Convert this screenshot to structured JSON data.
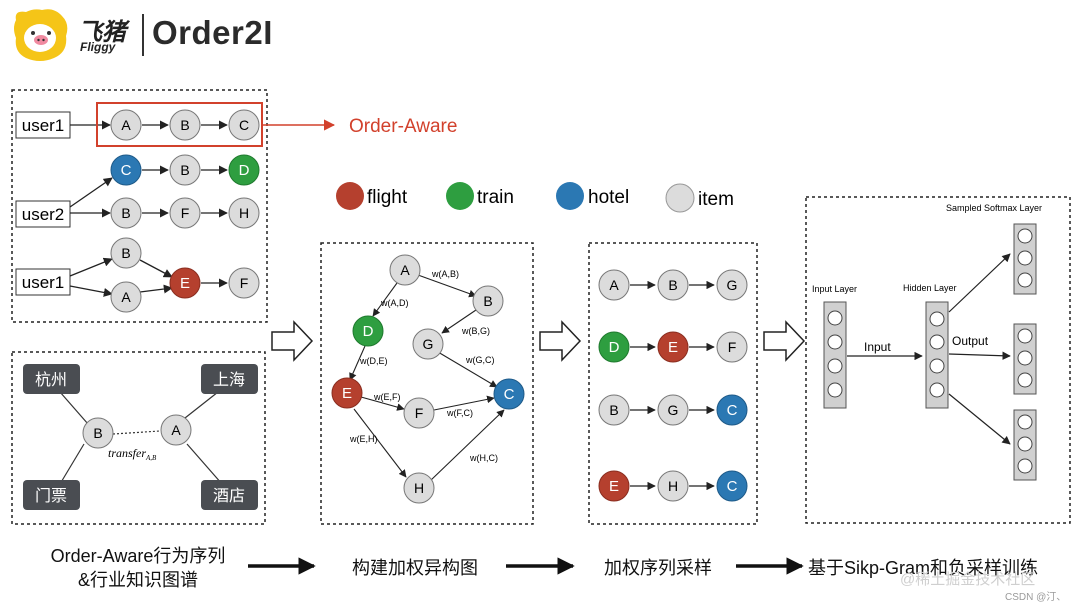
{
  "header": {
    "brand_cn": "飞猪",
    "brand_en": "Fliggy",
    "title": "Order2I"
  },
  "panel1": {
    "rows": [
      {
        "user": "user1",
        "nodes": [
          "A",
          "B",
          "C"
        ]
      },
      {
        "user": "user2",
        "nodes": [
          "C",
          "B",
          "D",
          "B",
          "F",
          "H"
        ]
      },
      {
        "user": "user1",
        "nodes": [
          "B",
          "A",
          "E",
          "F"
        ]
      }
    ],
    "highlight_label": "Order-Aware"
  },
  "panel2": {
    "tags": [
      "杭州",
      "上海",
      "门票",
      "酒店"
    ],
    "nodes": [
      "B",
      "A"
    ],
    "edge_label": "transfer",
    "edge_sub": "A,B"
  },
  "legend": [
    {
      "label": "flight",
      "color": "#b5402e"
    },
    {
      "label": "train",
      "color": "#2e9e40"
    },
    {
      "label": "hotel",
      "color": "#2b78b3"
    },
    {
      "label": "item",
      "color": "#dcdcdc"
    }
  ],
  "graph": {
    "nodes": [
      "A",
      "B",
      "D",
      "G",
      "E",
      "F",
      "C",
      "H"
    ],
    "edge_labels": [
      "w(A,B)",
      "w(A,D)",
      "w(B,G)",
      "w(D,E)",
      "w(G,C)",
      "w(E,F)",
      "w(F,C)",
      "w(E,H)",
      "w(H,C)"
    ]
  },
  "sequences": [
    [
      "A",
      "B",
      "G"
    ],
    [
      "D",
      "E",
      "F"
    ],
    [
      "B",
      "G",
      "C"
    ],
    [
      "E",
      "H",
      "C"
    ]
  ],
  "network": {
    "sampled_layer": "Sampled Softmax Layer",
    "input_layer": "Input Layer",
    "hidden_layer": "Hidden Layer",
    "input_arrow": "Input",
    "output_arrow": "Output"
  },
  "captions": {
    "c1_line1": "Order-Aware行为序列",
    "c1_line2": "&行业知识图谱",
    "c2": "构建加权异构图",
    "c3": "加权序列采样",
    "c4": "基于Sikp-Gram和负采样训练"
  },
  "watermark": {
    "line1": "@稀土掘金技术社区",
    "line2": "CSDN @汀、"
  },
  "colors": {
    "flight": "#b5402e",
    "train": "#2e9e40",
    "hotel": "#2b78b3",
    "item": "#dcdcdc",
    "highlight": "#d2412c"
  }
}
